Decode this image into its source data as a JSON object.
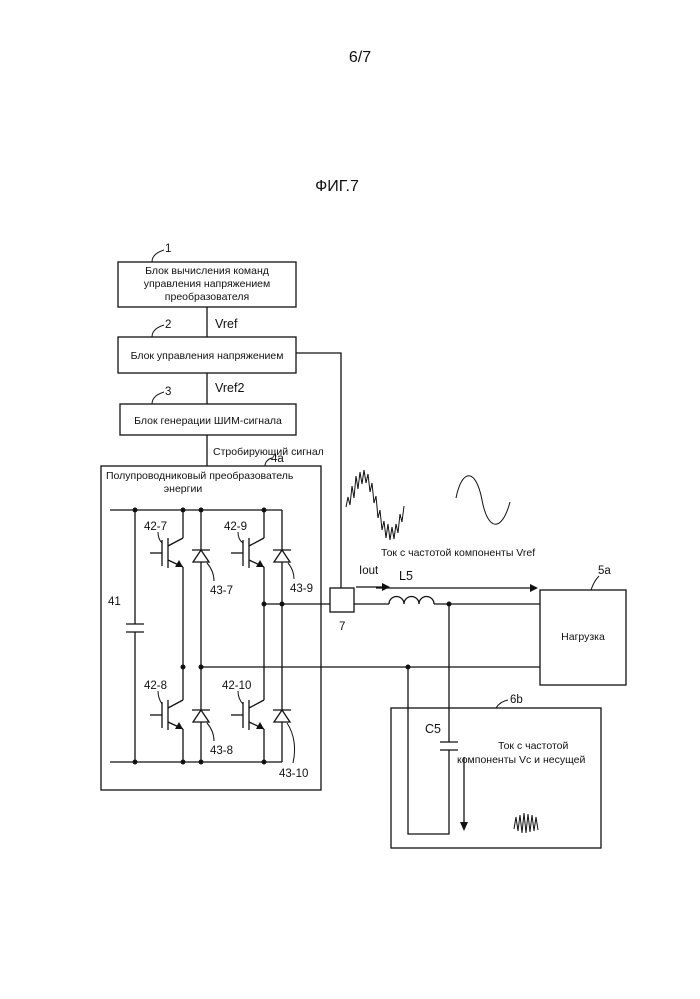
{
  "page": {
    "number": "6/7",
    "figure_title": "ФИГ.7"
  },
  "blocks": {
    "b1": {
      "ref": "1",
      "line1": "Блок вычисления команд",
      "line2": "управления напряжением",
      "line3": "преобразователя"
    },
    "b2": {
      "ref": "2",
      "label": "Блок управления напряжением"
    },
    "b3": {
      "ref": "3",
      "label": "Блок генерации ШИМ-сигнала"
    }
  },
  "signals": {
    "vref": "Vref",
    "vref2": "Vref2",
    "gate": "Стробирующий сигнал",
    "iout": "Iout"
  },
  "converter": {
    "ref": "4a",
    "title1": "Полупроводниковый преобразователь",
    "title2": "энергии",
    "capacitor": "41",
    "switches": {
      "s7": "42-7",
      "s8": "42-8",
      "s9": "42-9",
      "s10": "42-10"
    },
    "diodes": {
      "d7": "43-7",
      "d8": "43-8",
      "d9": "43-9",
      "d10": "43-10"
    }
  },
  "sensor": {
    "ref": "7"
  },
  "inductor": {
    "label": "L5"
  },
  "load": {
    "ref": "5a",
    "label": "Нагрузка"
  },
  "filter": {
    "ref": "6b",
    "capacitor": "C5",
    "note1": "Ток с частотой",
    "note2": "компоненты Vc и несущей"
  },
  "waveform": {
    "caption": "Ток с частотой компоненты Vref"
  }
}
